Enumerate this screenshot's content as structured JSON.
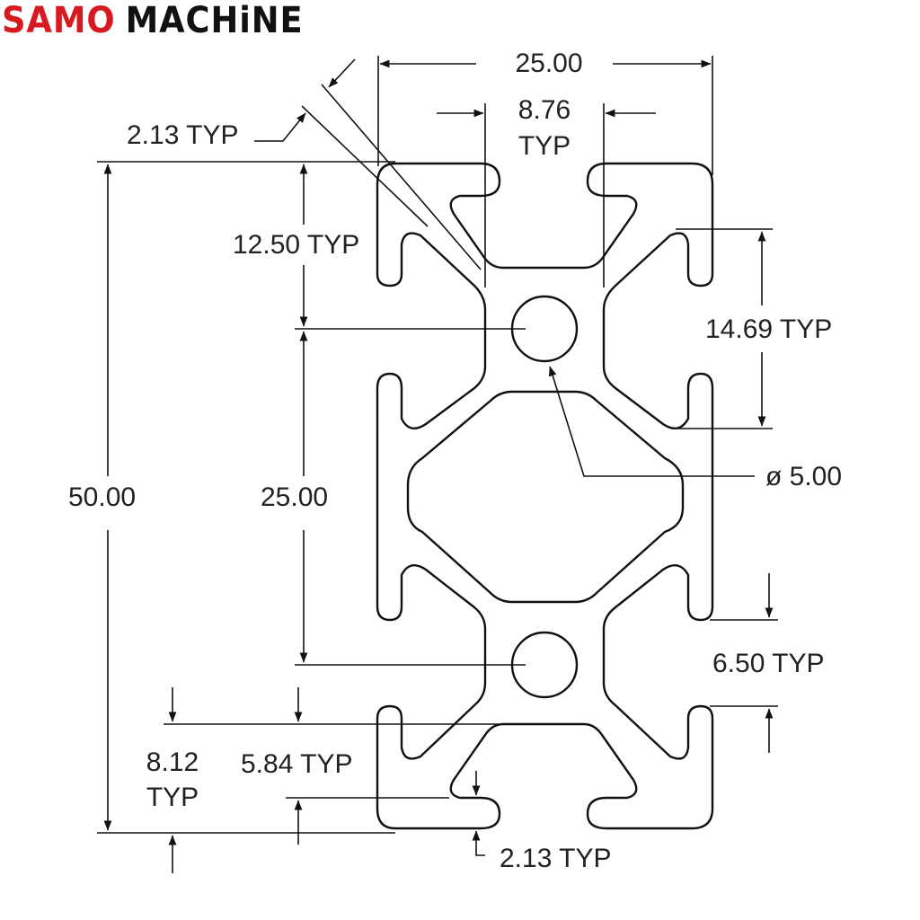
{
  "brand": {
    "part1": "SAMO",
    "part2": "MACHiNE",
    "color_red": "#d71920",
    "color_dark": "#111111"
  },
  "dims": {
    "width_overall": "25.00",
    "slot_top_1": "8.76",
    "slot_top_2": "TYP",
    "chamfer_top": "2.13 TYP",
    "half_height": "12.50 TYP",
    "side_span": "14.69 TYP",
    "hole_dia": "ø 5.00",
    "height_overall": "50.00",
    "pitch": "25.00",
    "slot_depth": "6.50 TYP",
    "depth_1": "8.12",
    "depth_2": "TYP",
    "lip_depth": "5.84 TYP",
    "wall_bottom": "2.13 TYP"
  }
}
